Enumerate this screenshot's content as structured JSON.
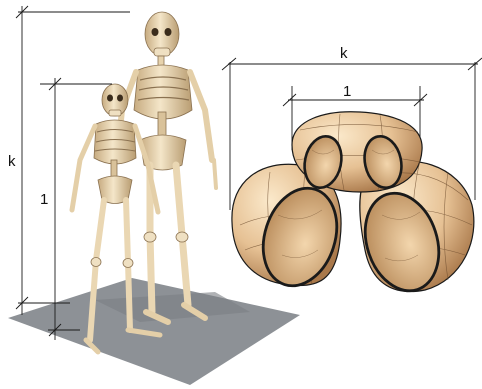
{
  "figure": {
    "left_panel": {
      "outer_dimension_label": "k",
      "inner_dimension_label": "1"
    },
    "right_panel": {
      "outer_dimension_label": "k",
      "inner_dimension_label": "1"
    }
  },
  "colors": {
    "bone": "#efe0c2",
    "bone_shadow": "#b99d72",
    "floor": "#8d9196",
    "surface_light": "#f6dcb4",
    "surface_dark": "#b78656",
    "line": "#1a1a1a"
  }
}
